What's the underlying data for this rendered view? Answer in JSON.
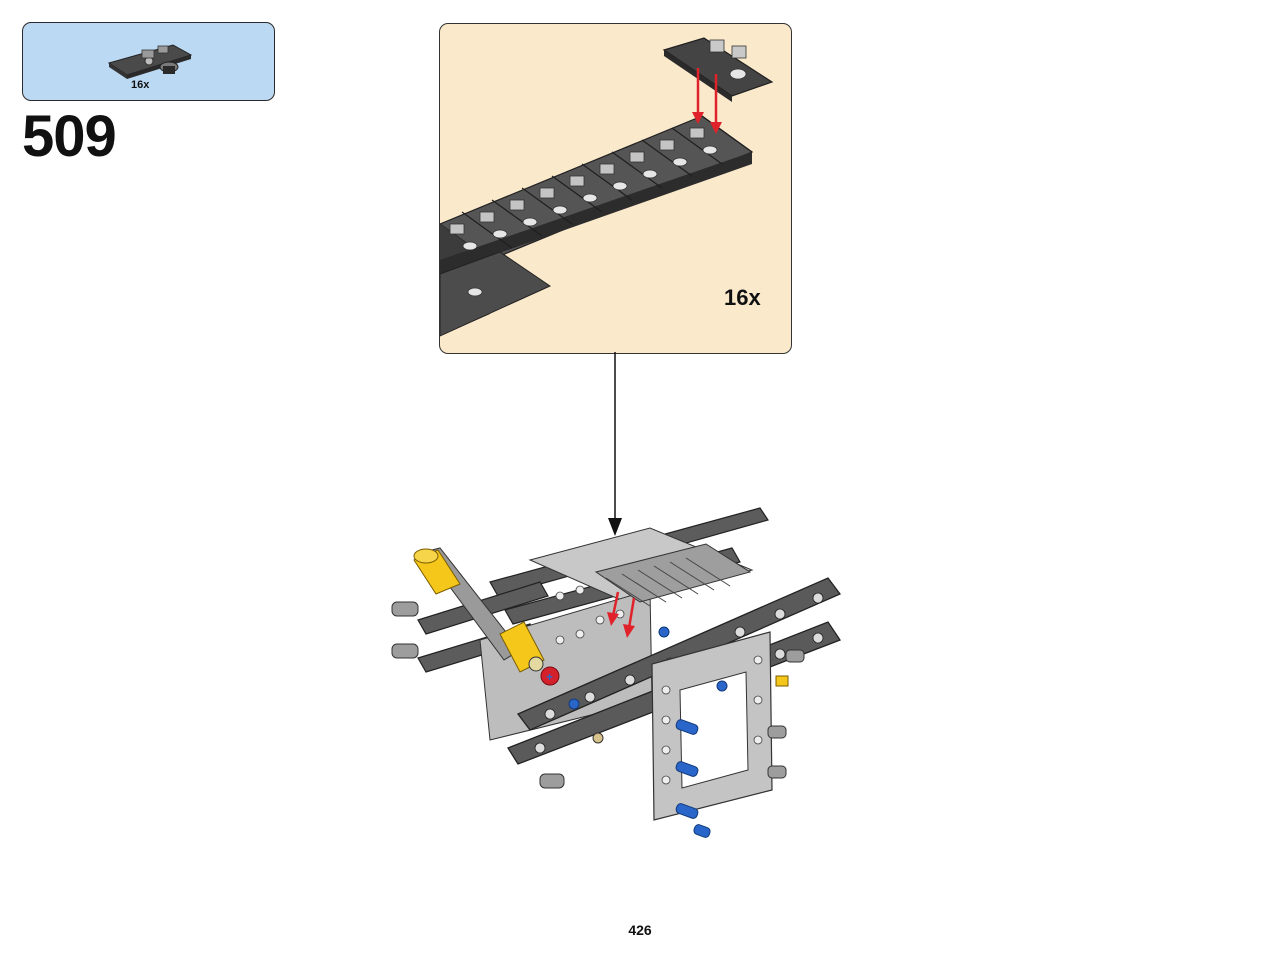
{
  "parts_list": {
    "quantity": "16x",
    "part_icon": "dark-gray-tread-link-icon"
  },
  "step": {
    "number": "509"
  },
  "callout": {
    "quantity": "16x",
    "part_icon": "tread-link-chain-icon",
    "arrow_color": "#e0232b"
  },
  "page": {
    "number": "426"
  },
  "colors": {
    "parts_box_bg": "#bcd9f3",
    "callout_bg": "#fbe9cc",
    "dark_gray": "#5a5a5a",
    "light_gray": "#b9b9b9",
    "blue_pin": "#2a66c9",
    "yellow": "#f5c71a",
    "red": "#d4202a"
  }
}
